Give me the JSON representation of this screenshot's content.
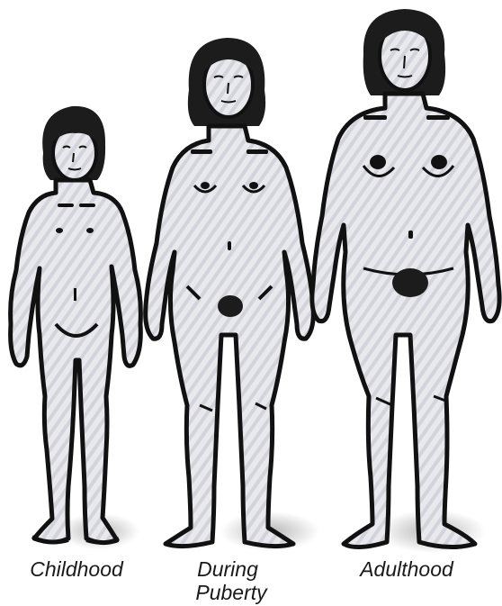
{
  "labels": {
    "childhood": "Childhood",
    "puberty_line1": "During",
    "puberty_line2": "Puberty",
    "adulthood": "Adulthood"
  },
  "colors": {
    "skin": "#e6e6ea",
    "outline": "#111111",
    "hair": "#1c1c1c",
    "shadow": "#9a9a9a",
    "stripe": "#cfcfd8"
  }
}
